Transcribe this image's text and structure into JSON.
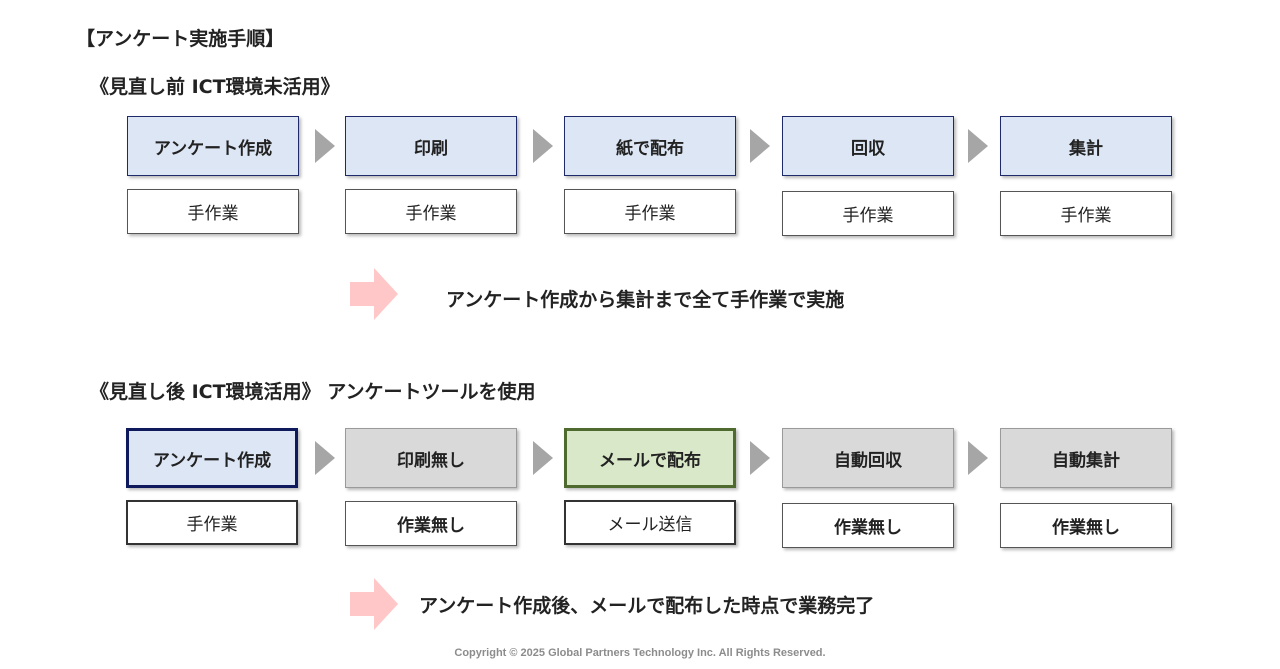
{
  "title": "【アンケート実施手順】",
  "before": {
    "heading": "《見直し前 ICT環境未活用》",
    "steps": [
      "アンケート作成",
      "印刷",
      "紙で配布",
      "回収",
      "集計"
    ],
    "methods": [
      "手作業",
      "手作業",
      "手作業",
      "手作業",
      "手作業"
    ],
    "summary": "アンケート作成から集計まで全て手作業で実施"
  },
  "after": {
    "heading": "《見直し後 ICT環境活用》 アンケートツールを使用",
    "steps": [
      "アンケート作成",
      "印刷無し",
      "メールで配布",
      "自動回収",
      "自動集計"
    ],
    "methods": [
      "手作業",
      "作業無し",
      "メール送信",
      "作業無し",
      "作業無し"
    ],
    "summary": "アンケート作成後、メールで配布した時点で業務完了"
  },
  "colors": {
    "step_blue": "#dde6f4",
    "step_gray": "#d9d9d9",
    "step_green": "#d9e8c8",
    "flow_arrow": "#a6a6a6",
    "result_arrow": "#ffc7c7"
  },
  "copyright": "Copyright © 2025 Global Partners Technology Inc. All Rights Reserved."
}
